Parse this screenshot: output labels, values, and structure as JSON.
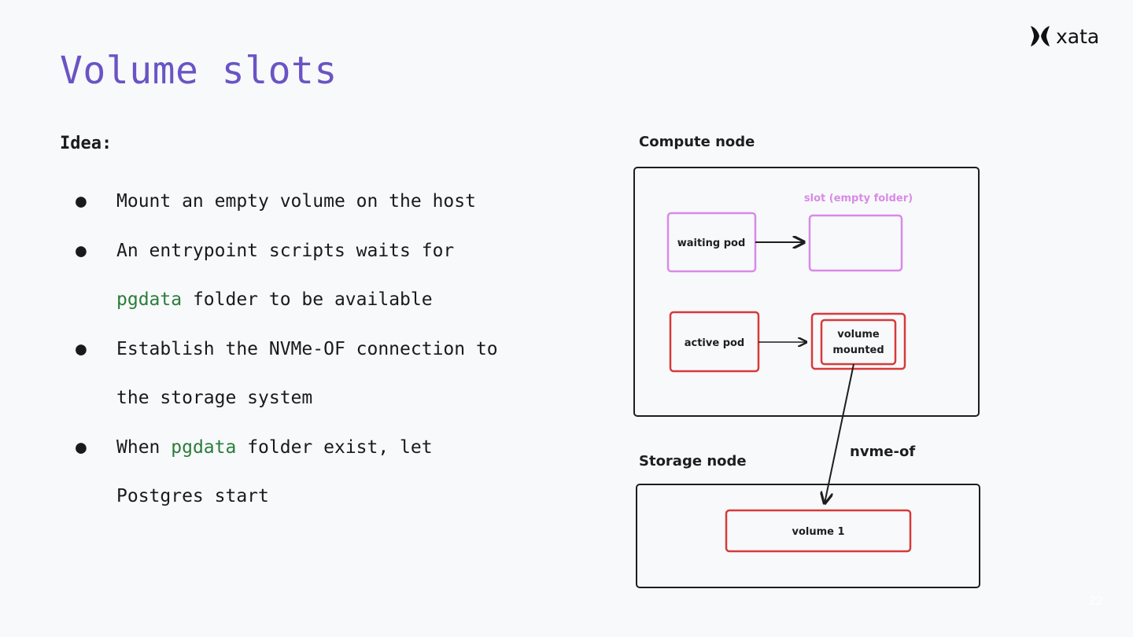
{
  "slide": {
    "title": "Volume slots",
    "logo_text": "xata",
    "idea_label": "Idea:",
    "page_number": "22",
    "bullets": [
      {
        "parts": [
          {
            "text": "Mount an empty volume on the host",
            "code": false
          }
        ]
      },
      {
        "parts": [
          {
            "text": "An entrypoint scripts waits for",
            "code": false
          },
          {
            "text": "\n",
            "code": false
          },
          {
            "text": "pgdata",
            "code": true
          },
          {
            "text": " folder to be available",
            "code": false
          }
        ]
      },
      {
        "parts": [
          {
            "text": "Establish the NVMe-OF connection to",
            "code": false
          },
          {
            "text": "\n",
            "code": false
          },
          {
            "text": "the storage system",
            "code": false
          }
        ]
      },
      {
        "parts": [
          {
            "text": "When ",
            "code": false
          },
          {
            "text": "pgdata",
            "code": true
          },
          {
            "text": " folder exist, let",
            "code": false
          },
          {
            "text": "\n",
            "code": false
          },
          {
            "text": "Postgres start",
            "code": false
          }
        ]
      }
    ]
  },
  "diagram": {
    "compute_node_label": "Compute node",
    "slot_label": "slot (empty folder)",
    "waiting_pod_label": "waiting pod",
    "active_pod_label": "active pod",
    "volume_mounted_label_1": "volume",
    "volume_mounted_label_2": "mounted",
    "storage_node_label": "Storage node",
    "nvme_label": "nvme-of",
    "volume1_label": "volume 1",
    "colors": {
      "pink": "#d98ae6",
      "red": "#d63a3a",
      "dark": "#1e1e1e",
      "title": "#6a54c4",
      "code": "#2a7d3a"
    }
  }
}
